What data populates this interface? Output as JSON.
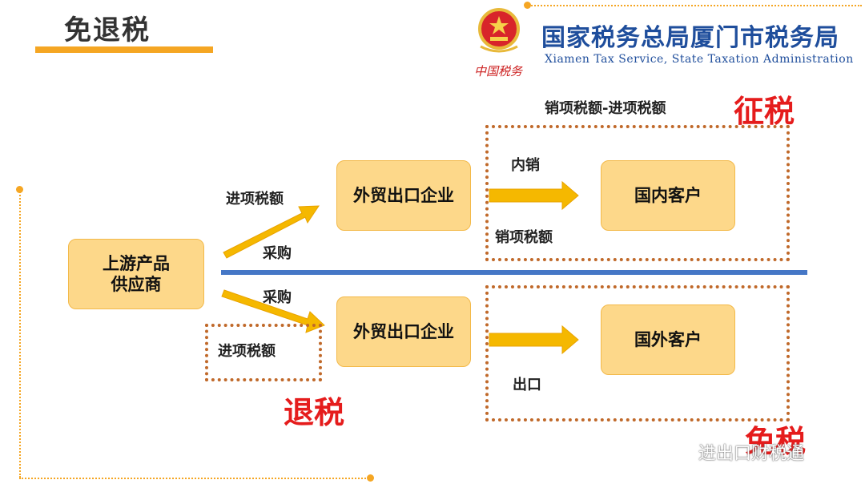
{
  "title": "免退税",
  "org": {
    "name": "国家税务总局厦门市税务局",
    "subtitle": "Xiamen Tax Service, State Taxation Administration",
    "emblem_caption": "中国税务"
  },
  "boxes": {
    "supplier": "上游产品\n供应商",
    "exporter_top": "外贸出口企业",
    "exporter_bottom": "外贸出口企业",
    "domestic_customer": "国内客户",
    "foreign_customer": "国外客户"
  },
  "labels": {
    "input_tax_top": "进项税额",
    "purchase_top": "采购",
    "purchase_bottom": "采购",
    "input_tax_bottom": "进项税额",
    "domestic_sale": "内销",
    "output_tax": "销项税额",
    "formula": "销项税额-进项税额",
    "export": "出口"
  },
  "outcomes": {
    "levy": "征税",
    "refund": "退税",
    "exempt": "免税"
  },
  "watermark": "进出口财税通",
  "colors": {
    "box_fill": "#fdd88a",
    "arrow": "#f5b800",
    "divider": "#4577c6",
    "dashed": "#c0692a",
    "accent_red": "#e51c1c",
    "org_blue": "#1f4e9c"
  }
}
